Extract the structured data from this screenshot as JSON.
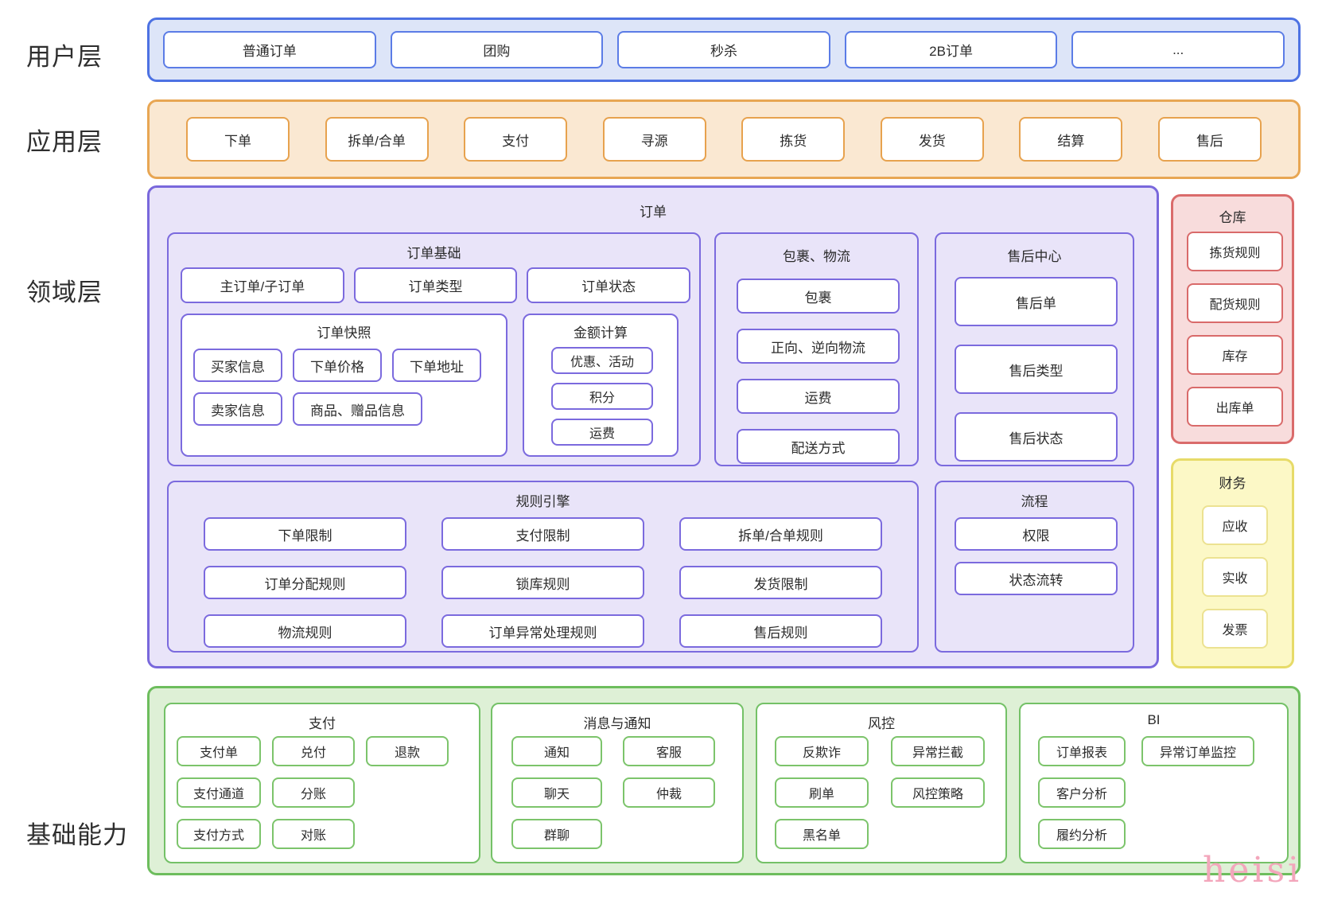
{
  "layers": {
    "user": {
      "label": "用户层",
      "items": [
        "普通订单",
        "团购",
        "秒杀",
        "2B订单",
        "..."
      ]
    },
    "app": {
      "label": "应用层",
      "items": [
        "下单",
        "拆单/合单",
        "支付",
        "寻源",
        "拣货",
        "发货",
        "结算",
        "售后"
      ]
    },
    "domain": {
      "label": "领域层",
      "order": {
        "title": "订单",
        "base": {
          "title": "订单基础",
          "row": [
            "主订单/子订单",
            "订单类型",
            "订单状态"
          ],
          "snapshot": {
            "title": "订单快照",
            "row1": [
              "买家信息",
              "下单价格",
              "下单地址"
            ],
            "row2": [
              "卖家信息",
              "商品、赠品信息"
            ]
          },
          "amount": {
            "title": "金额计算",
            "items": [
              "优惠、活动",
              "积分",
              "运费"
            ]
          }
        },
        "package": {
          "title": "包裹、物流",
          "items": [
            "包裹",
            "正向、逆向物流",
            "运费",
            "配送方式"
          ]
        },
        "aftersale": {
          "title": "售后中心",
          "items": [
            "售后单",
            "售后类型",
            "售后状态"
          ]
        },
        "rules": {
          "title": "规则引擎",
          "items": [
            "下单限制",
            "支付限制",
            "拆单/合单规则",
            "订单分配规则",
            "锁库规则",
            "发货限制",
            "物流规则",
            "订单异常处理规则",
            "售后规则"
          ]
        },
        "process": {
          "title": "流程",
          "items": [
            "权限",
            "状态流转"
          ]
        }
      },
      "warehouse": {
        "title": "仓库",
        "items": [
          "拣货规则",
          "配货规则",
          "库存",
          "出库单"
        ]
      },
      "finance": {
        "title": "财务",
        "items": [
          "应收",
          "实收",
          "发票"
        ]
      }
    },
    "foundation": {
      "label": "基础能力",
      "payment": {
        "title": "支付",
        "rows": [
          [
            "支付单",
            "兑付",
            "退款"
          ],
          [
            "支付通道",
            "分账"
          ],
          [
            "支付方式",
            "对账"
          ]
        ]
      },
      "message": {
        "title": "消息与通知",
        "rows": [
          [
            "通知",
            "客服"
          ],
          [
            "聊天",
            "仲裁"
          ],
          [
            "群聊"
          ]
        ]
      },
      "risk": {
        "title": "风控",
        "rows": [
          [
            "反欺诈",
            "异常拦截"
          ],
          [
            "刷单",
            "风控策略"
          ],
          [
            "黑名单"
          ]
        ]
      },
      "bi": {
        "title": "BI",
        "rows": [
          [
            "订单报表",
            "异常订单监控"
          ],
          [
            "客户分析"
          ],
          [
            "履约分析"
          ]
        ]
      }
    }
  },
  "watermark": {
    "text": "heisi",
    "color": "#f3a6bb"
  },
  "colors": {
    "user_layer": {
      "border": "#4d72e3",
      "fill": "#dde5f8"
    },
    "app_layer": {
      "border": "#e8a653",
      "fill": "#fae8d2"
    },
    "domain_layer": {
      "border": "#7968dc",
      "fill": "#e9e4f9"
    },
    "warehouse": {
      "border": "#da6b6b",
      "fill": "#f8dcdc"
    },
    "finance": {
      "border": "#e7db69",
      "fill": "#fcf8c6"
    },
    "foundation": {
      "border": "#6dbd5d",
      "fill": "#def0d6"
    },
    "text": "#2b2b2b"
  }
}
